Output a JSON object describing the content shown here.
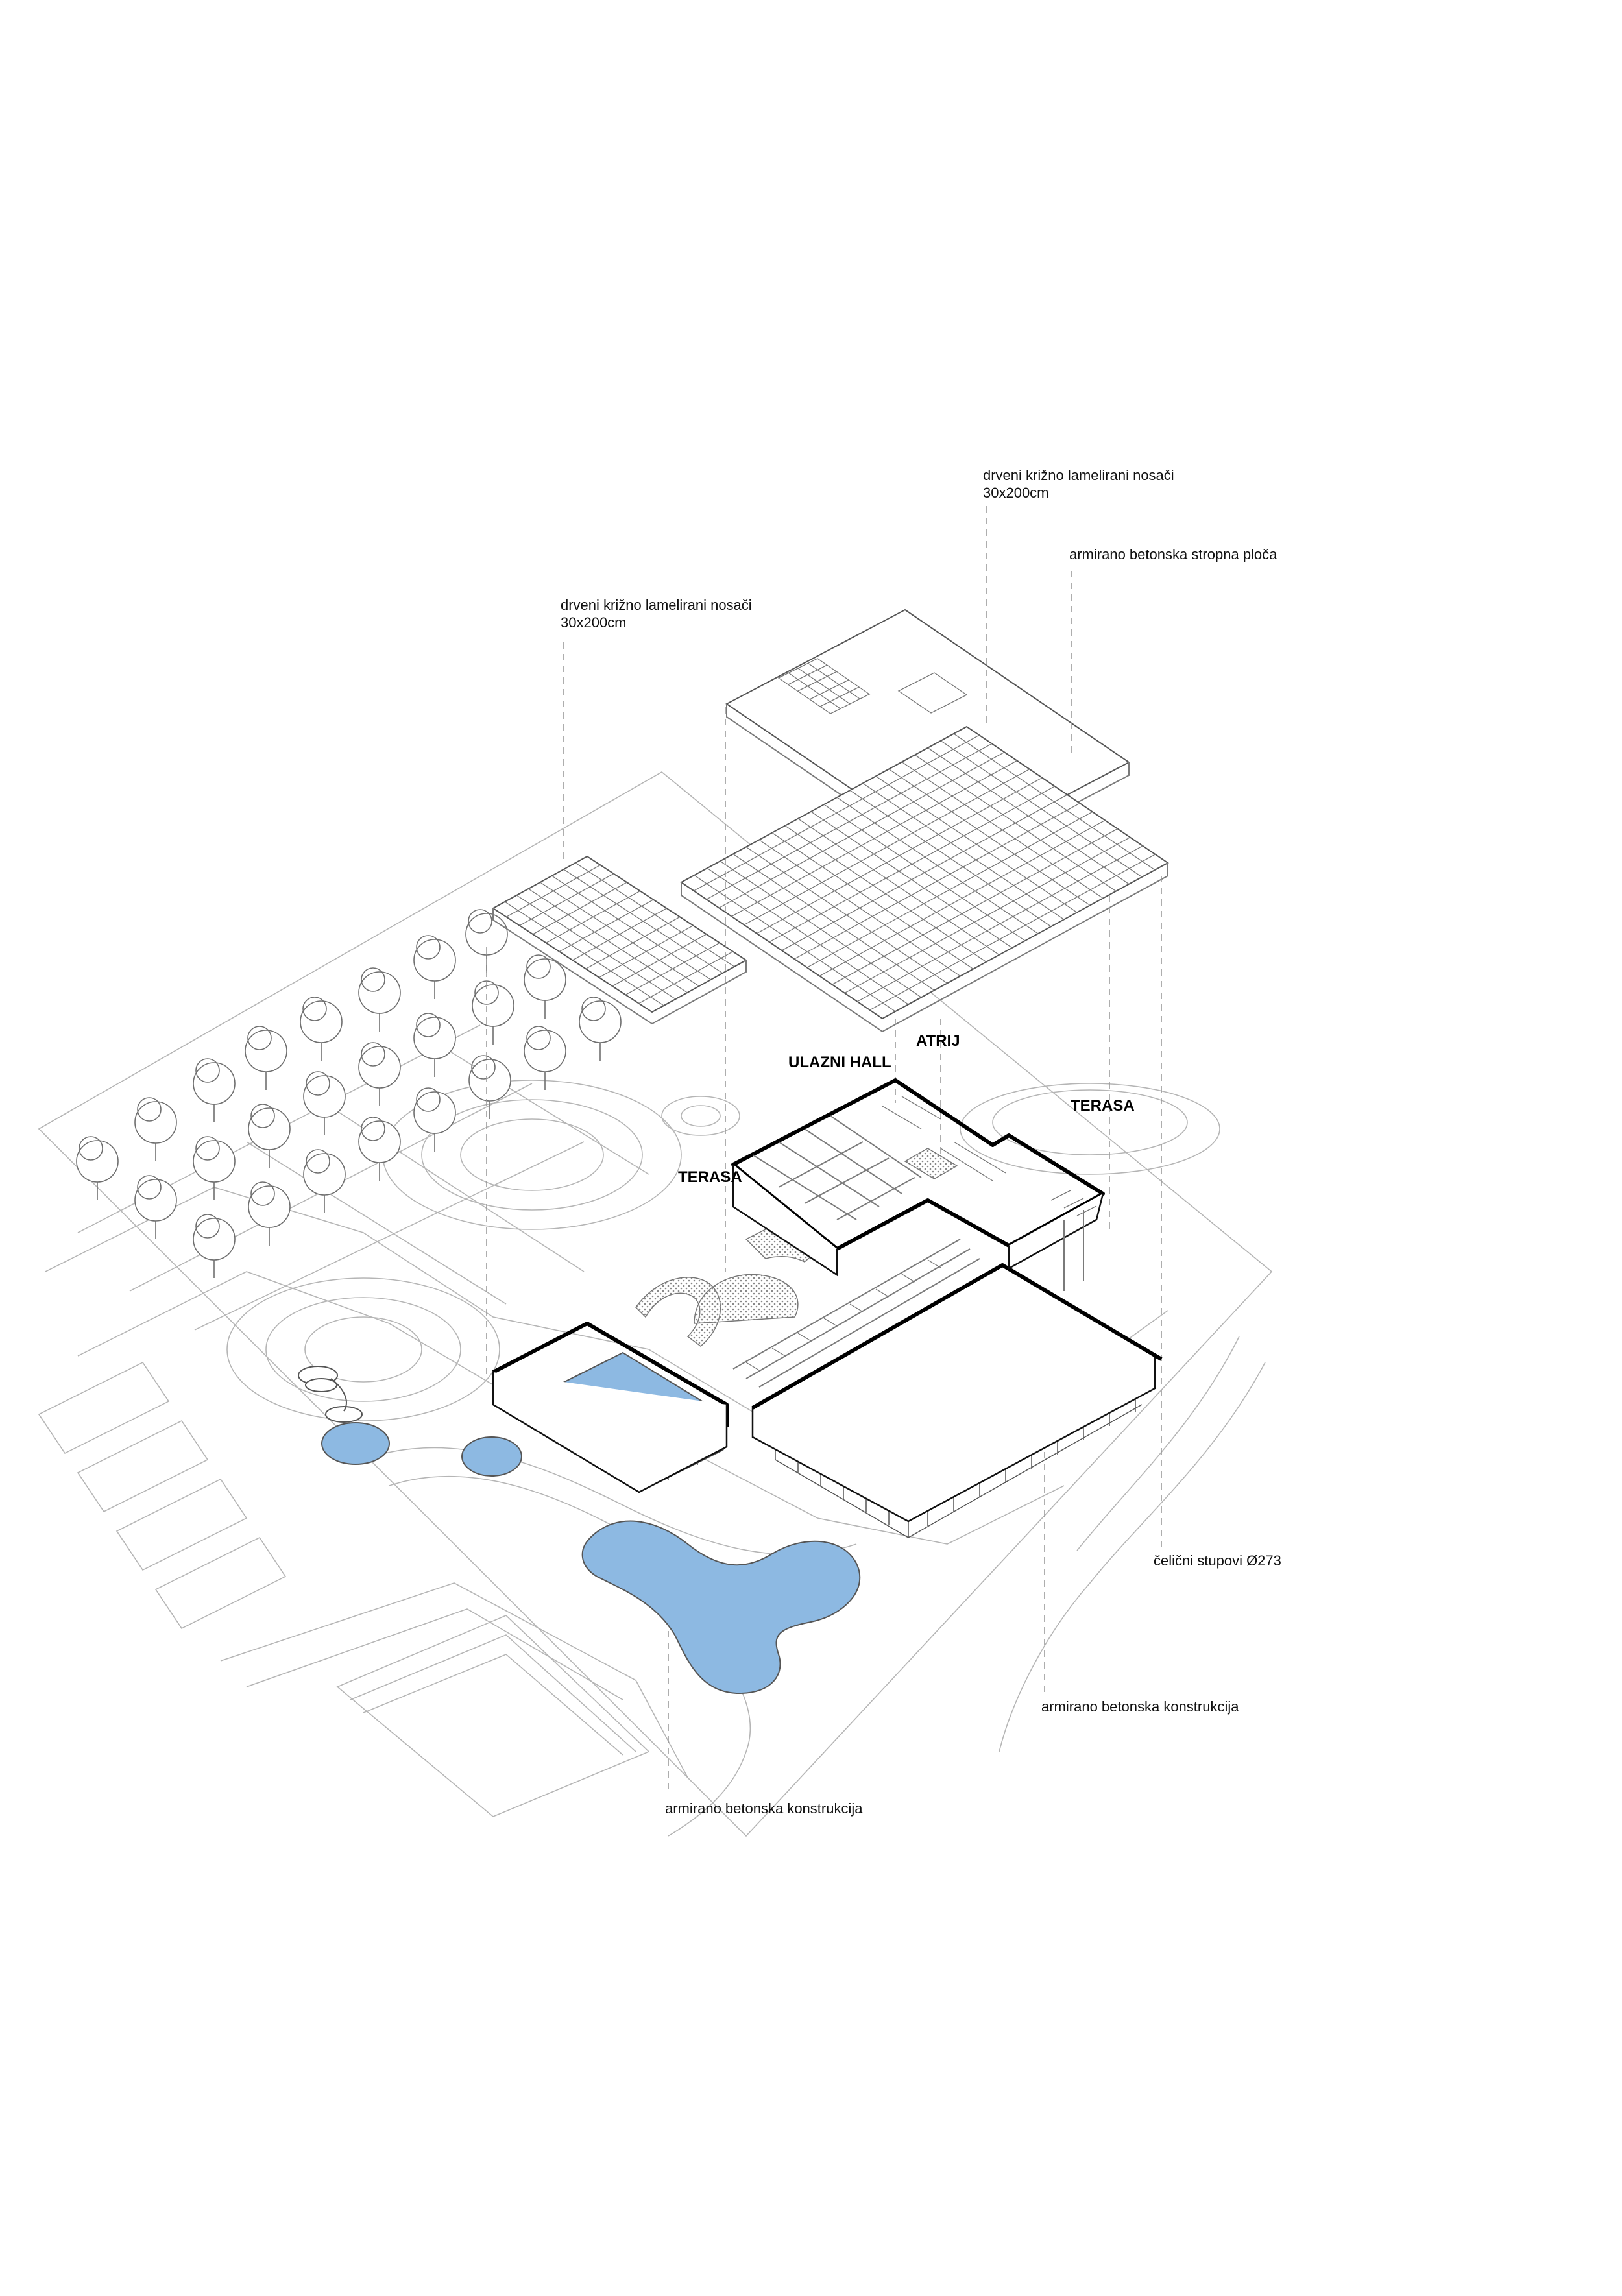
{
  "diagram": {
    "callouts": {
      "timber_beams_left": {
        "line1": "drveni križno lamelirani nosači",
        "line2": "30x200cm"
      },
      "timber_beams_right": {
        "line1": "drveni križno lamelirani nosači",
        "line2": "30x200cm"
      },
      "concrete_slab": "armirano betonska stropna ploča",
      "steel_columns": "čelični stupovi Ø273",
      "concrete_structure_right": "armirano betonska konstrukcija",
      "concrete_structure_bottom": "armirano betonska konstrukcija"
    },
    "spaces": {
      "entrance_hall": "ULAZNI HALL",
      "atrium": "ATRIJ",
      "terrace_left": "TERASA",
      "terrace_right": "TERASA"
    },
    "colors": {
      "water": "#8db9e2",
      "line": "#555555",
      "wall": "#111111"
    }
  }
}
